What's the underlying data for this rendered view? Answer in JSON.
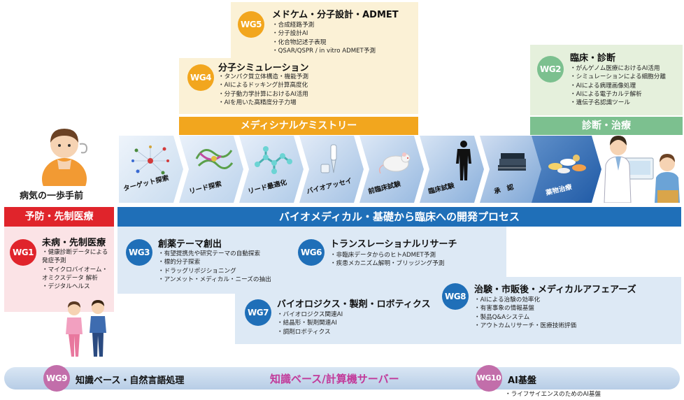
{
  "wg5": {
    "badge": "WG5",
    "title": "メドケム・分子設計・ADMET",
    "items": [
      "合成経路予測",
      "分子設計AI",
      "化合物記述子表現",
      "QSAR/QSPR / in vitro ADMET予測"
    ]
  },
  "wg4": {
    "badge": "WG4",
    "title": "分子シミュレーション",
    "items": [
      "タンパク質立体構造・機能予測",
      "AIによるドッキング計算高度化",
      "分子動力学計算におけるAI活用",
      "AIを用いた高精度分子力場"
    ]
  },
  "wg2": {
    "badge": "WG2",
    "title": "臨床・診断",
    "items": [
      "がんゲノム医療におけるAI活用",
      "シミュレーションによる細胞分離",
      "AIによる病理画像処理",
      "AIによる電子カルテ解析",
      "遺伝子名認識ツール"
    ]
  },
  "bands": {
    "medchem": "メディシナルケミストリー",
    "diagnosis": "診断・治療",
    "prevention": "予防・先制医療",
    "process": "バイオメディカル・基礎から臨床への開発プロセス"
  },
  "patient_label": "病気の一歩手前",
  "process_steps": [
    "ターゲット探索",
    "リード探索",
    "リード最適化",
    "バイオアッセイ",
    "前臨床試験",
    "臨床試験",
    "承　認",
    "薬物治療"
  ],
  "wg1": {
    "badge": "WG1",
    "title": "未病・先制医療",
    "items": [
      "健康診断データによる発症予測",
      "マイクロバイオーム・オミクスデータ 解析",
      "デジタルヘルス"
    ]
  },
  "wg3": {
    "badge": "WG3",
    "title": "創薬テーマ創出",
    "items": [
      "有望提携先や研究テーマの自動探索",
      "標的分子探索",
      "ドラッグリポジショニング",
      "アンメット・メディカル・ニーズの抽出"
    ]
  },
  "wg6": {
    "badge": "WG6",
    "title": "トランスレーショナルリサーチ",
    "items": [
      "非臨床データからのヒトADMET予測",
      "疾患メカニズム解明・ブリッジング予測"
    ]
  },
  "wg7": {
    "badge": "WG7",
    "title": "バイオロジクス・製剤・ロボティクス",
    "items": [
      "バイオロジクス関連AI",
      "結晶形・製剤関連AI",
      "調剤ロボティクス"
    ]
  },
  "wg8": {
    "badge": "WG8",
    "title": "治験・市販後・メディカルアフェアーズ",
    "items": [
      "AIによる治験の効率化",
      "有害事象の情報基盤",
      "製品Q&Aシステム",
      "アウトカムリサーチ・医療技術評価"
    ]
  },
  "wg9": {
    "badge": "WG9",
    "title": "知識ベース・自然言語処理"
  },
  "kb_label": "知識ベース/計算機サーバー",
  "wg10": {
    "badge": "WG10",
    "title": "AI基盤",
    "items": [
      "ライフサイエンスのためのAI基盤"
    ]
  },
  "colors": {
    "orange": "#f2a61e",
    "green": "#7cc08f",
    "blue": "#1f6fb8",
    "red": "#e0242b",
    "purple": "#c26eaa",
    "cream": "#fbf1d6",
    "light_green": "#e5f0dc",
    "light_blue": "#dde9f5",
    "light_pink": "#fbe3e6"
  }
}
